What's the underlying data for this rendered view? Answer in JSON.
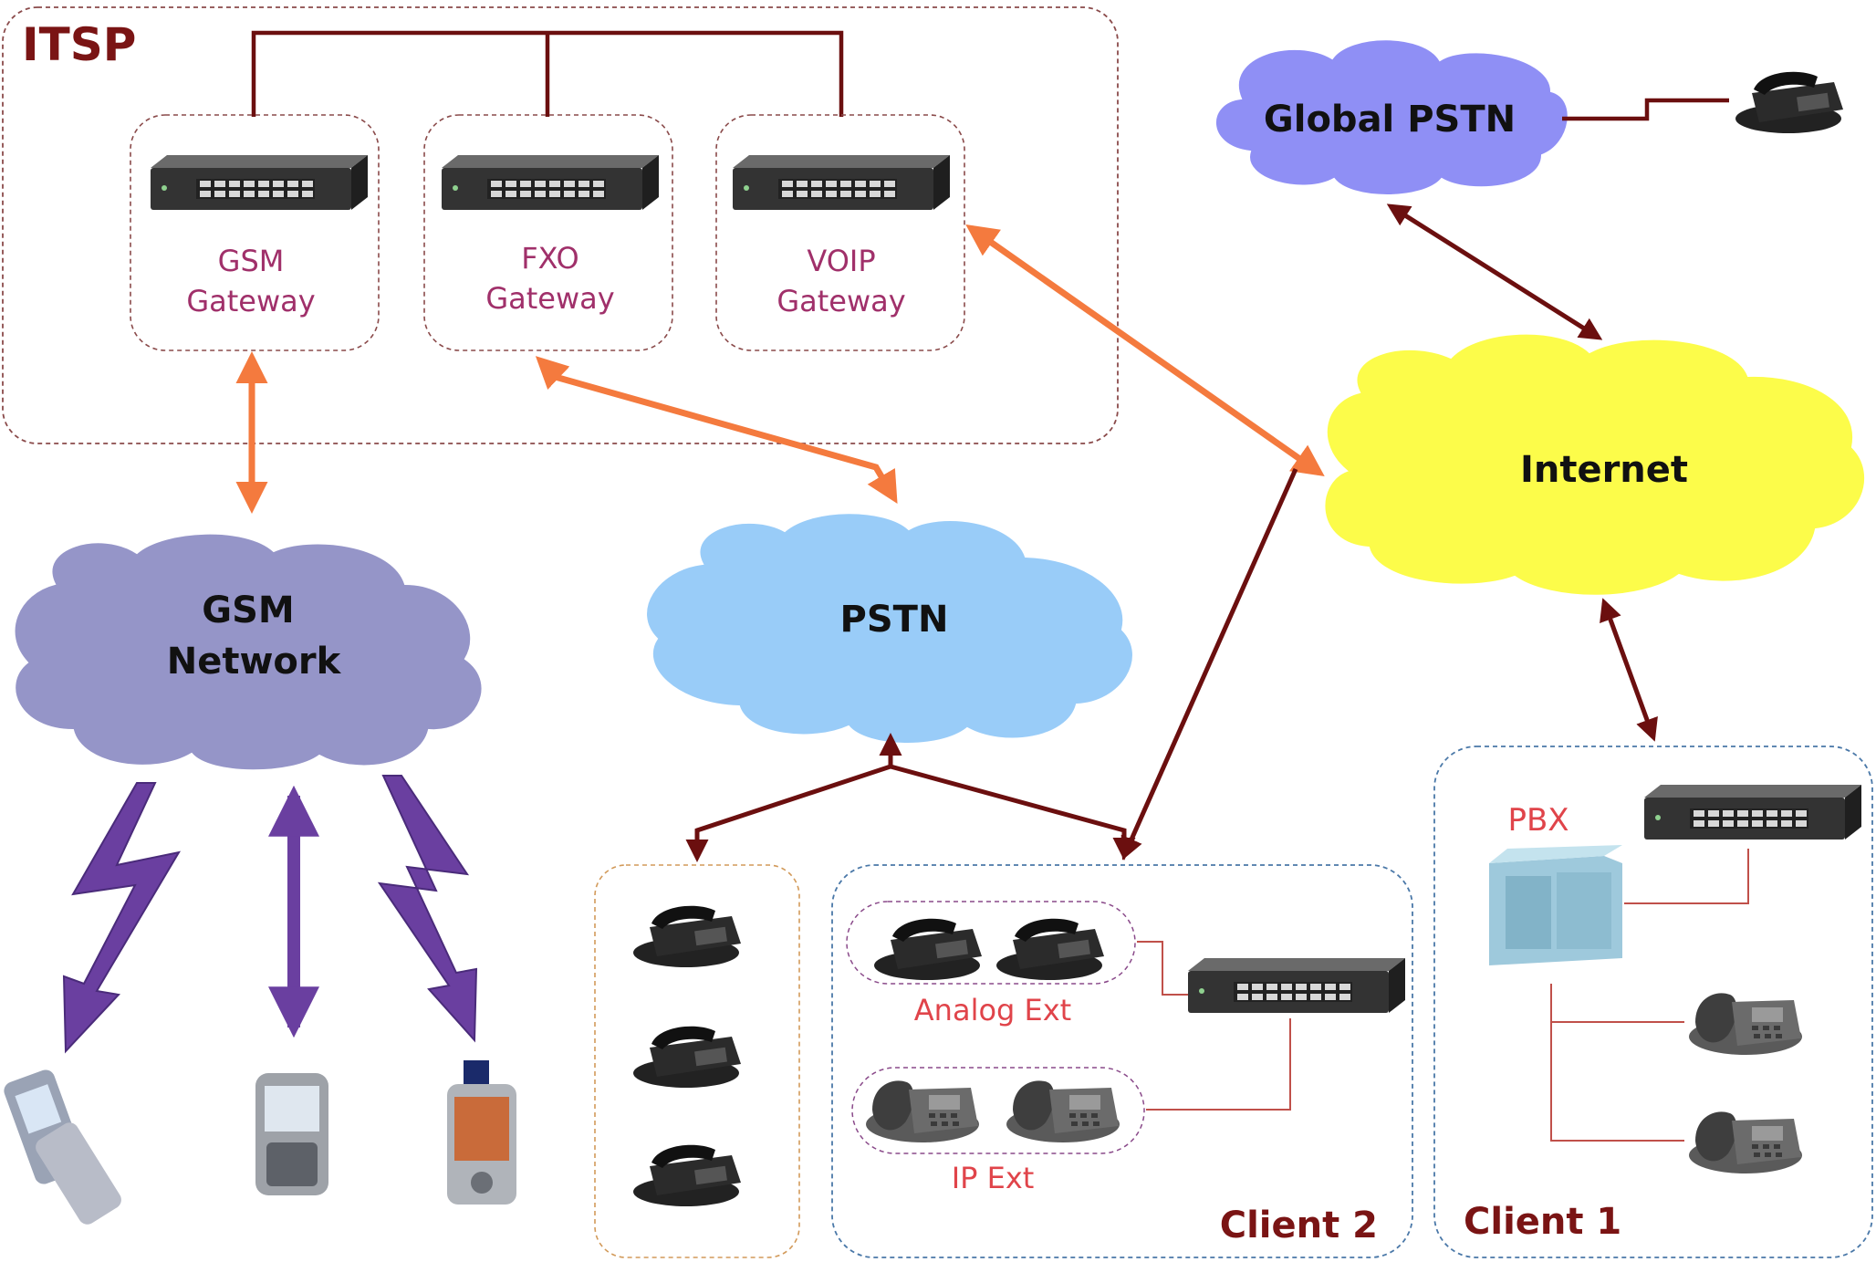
{
  "itsp": {
    "title": "ITSP"
  },
  "gateways": {
    "gsm": {
      "line1": "GSM",
      "line2": "Gateway"
    },
    "fxo": {
      "line1": "FXO",
      "line2": "Gateway"
    },
    "voip": {
      "line1": "VOIP",
      "line2": "Gateway"
    }
  },
  "clouds": {
    "global_pstn": "Global PSTN",
    "internet": "Internet",
    "gsm_network_line1": "GSM",
    "gsm_network_line2": "Network",
    "pstn": "PSTN"
  },
  "client2": {
    "title": "Client 2",
    "analog_ext": "Analog Ext",
    "ip_ext": "IP Ext"
  },
  "client1": {
    "title": "Client 1",
    "pbx": "PBX"
  },
  "colors": {
    "dark_red": "#6b0f0f",
    "orange": "#f47a3e",
    "purple": "#6a3fa0",
    "gateway_text": "#a0306a",
    "red_text": "#e0444a",
    "internet_fill": "#fcfc4a",
    "pstn_fill": "#99ccf8",
    "gsm_fill": "#9595c8",
    "global_pstn_fill": "#8f8ff5"
  }
}
